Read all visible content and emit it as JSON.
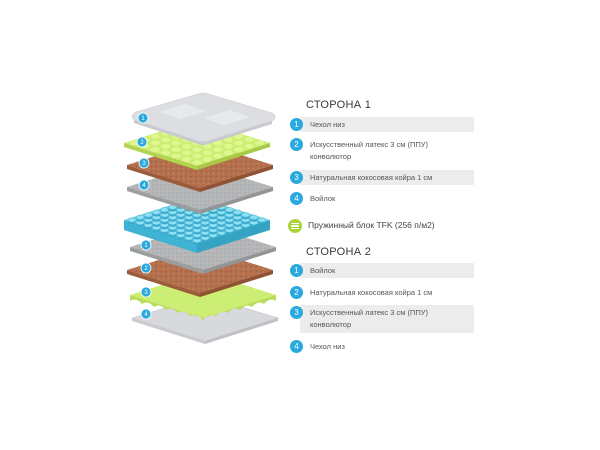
{
  "diagram": {
    "side1": {
      "title": "СТОРОНА 1",
      "items": [
        {
          "num": "1",
          "label": "Чехол низ"
        },
        {
          "num": "2",
          "label": "Искусственный латекс 3 см (ППУ) конволютор"
        },
        {
          "num": "3",
          "label": "Натуральная кокосовая койра 1 см"
        },
        {
          "num": "4",
          "label": "Войлок"
        }
      ]
    },
    "spring_block": {
      "label": "Пружинный блок TFK (256 п/м2)",
      "icon": "spring-block-icon"
    },
    "side2": {
      "title": "СТОРОНА 2",
      "items": [
        {
          "num": "1",
          "label": "Войлок"
        },
        {
          "num": "2",
          "label": "Натуральная кокосовая койра 1 см"
        },
        {
          "num": "3",
          "label": "Искусственный латекс 3 см (ППУ) конволютор"
        },
        {
          "num": "4",
          "label": "Чехол низ"
        }
      ]
    },
    "colors": {
      "accent": "#2aa9df",
      "spring_icon": "#a9d43a",
      "cover": "#d7d9dc",
      "latex": "#c8ec6a",
      "coir": "#b9714c",
      "felt": "#b3b4b6",
      "springs": "#6ecfe8"
    }
  }
}
